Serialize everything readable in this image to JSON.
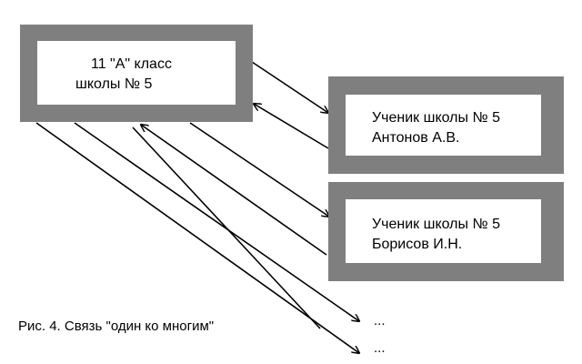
{
  "class_box": {
    "line1": "11 \"A\" класс",
    "line2": "школы № 5"
  },
  "student_1": {
    "line1": "Ученик школы № 5",
    "line2": "Антонов А.В."
  },
  "student_2": {
    "line1": "Ученик школы № 5",
    "line2": "Борисов И.Н."
  },
  "more_1": "...",
  "more_2": "...",
  "caption": "Рис. 4. Связь \"один ко многим\"",
  "colors": {
    "box_frame": "#7f7f7f",
    "box_fill": "#ffffff",
    "arrow": "#000000"
  }
}
